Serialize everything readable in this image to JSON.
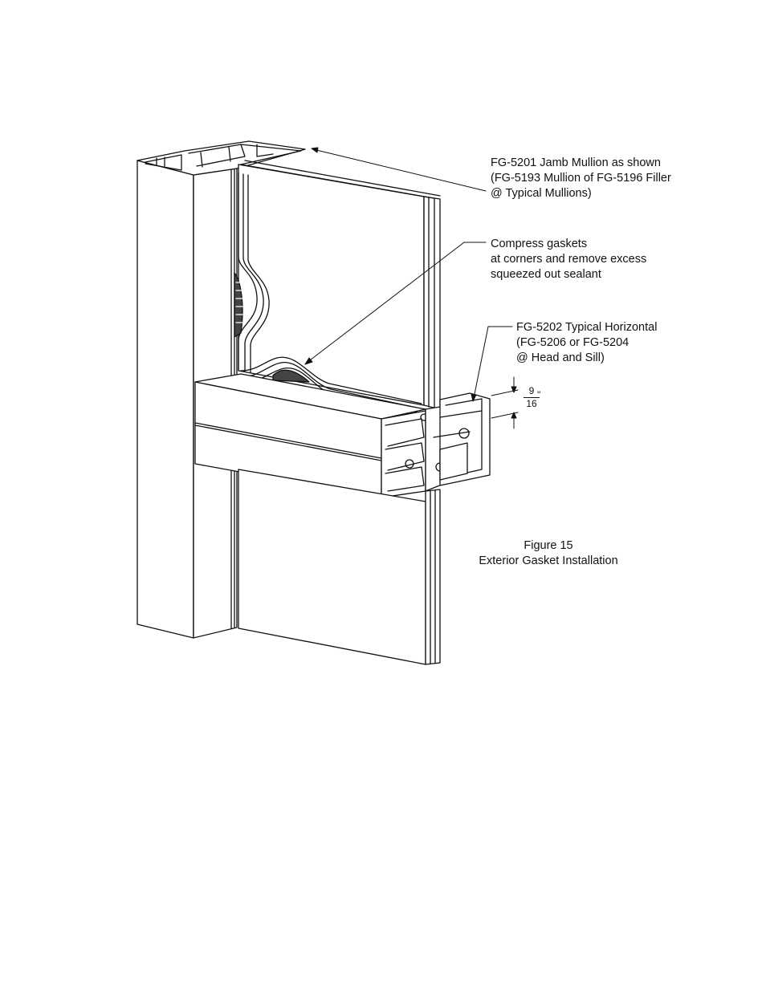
{
  "callouts": {
    "jamb_mullion": [
      "FG-5201 Jamb Mullion as shown",
      "(FG-5193 Mullion of FG-5196 Filler",
      "@ Typical Mullions)"
    ],
    "gaskets": [
      "Compress gaskets",
      "at corners and remove excess",
      "squeezed out sealant"
    ],
    "horizontal": [
      "FG-5202 Typical Horizontal",
      "(FG-5206 or FG-5204",
      "@ Head and Sill)"
    ]
  },
  "dimension": {
    "numerator": "9",
    "denominator": "16",
    "unit": "\""
  },
  "figure": {
    "number": "Figure 15",
    "title": "Exterior Gasket Installation"
  }
}
